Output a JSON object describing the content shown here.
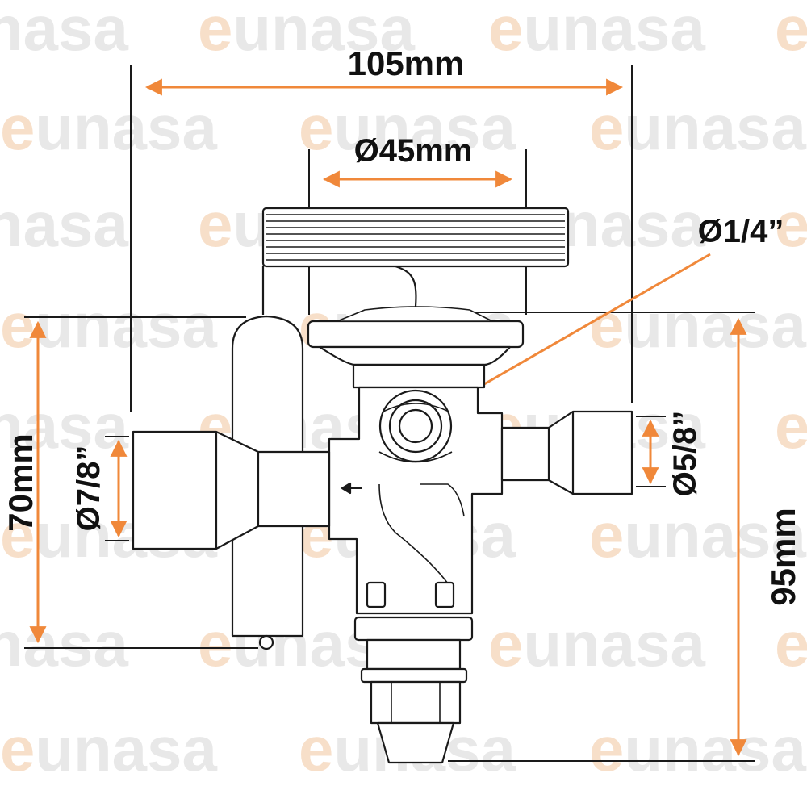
{
  "watermark": {
    "brand": "eunasa"
  },
  "dimensions": {
    "width_overall": "105mm",
    "bulb_diameter": "Ø45mm",
    "equalizer_connection": "Ø1/4”",
    "inlet_connection": "Ø7/8”",
    "outlet_connection": "Ø5/8”",
    "height_body": "70mm",
    "height_total": "95mm"
  },
  "colors": {
    "dimension_arrow": "#f0883a",
    "outline": "#1a1a1a",
    "extension_line": "#1a1a1a",
    "watermark_text": "#e6e6e6",
    "watermark_accent": "#f7dcc4"
  }
}
